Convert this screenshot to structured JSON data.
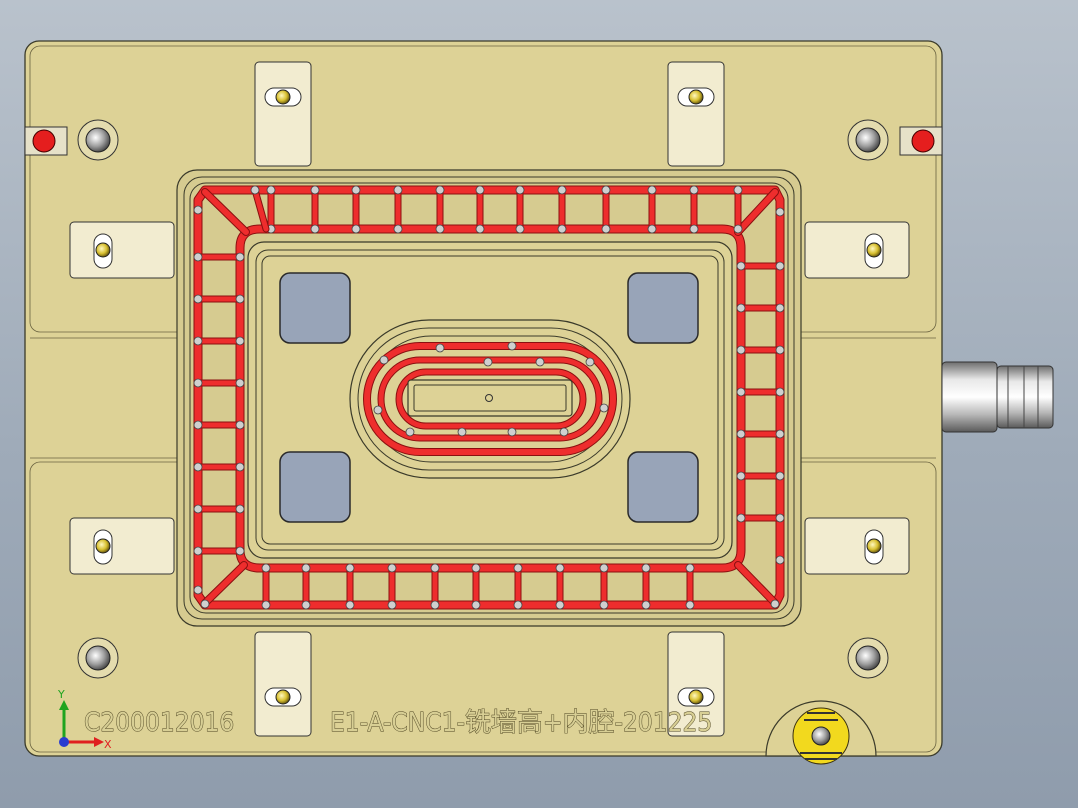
{
  "viewport": {
    "part_number": "C200012016",
    "operation_label": "E1-A-CNC1-铣墙高+内腔-201225",
    "background_top": "#b9c2cc",
    "background_bottom": "#8f9cac"
  },
  "colors": {
    "plate": "#ddd296",
    "plate_stroke": "#3a3a2a",
    "cooling_channel": "#ee2d2d",
    "cooling_channel_edge": "#8a1010",
    "clamp": "#f2ecd0",
    "pocket": "#98a4b8",
    "pin_red": "#e51e1e",
    "label_yellow": "#f2d91e"
  },
  "triad": {
    "x_label": "X",
    "y_label": "Y",
    "x_color": "#e02020",
    "y_color": "#1fa41f",
    "z_color": "#2a3cd0"
  },
  "icons": {
    "connector": "hose-connector-icon",
    "label": "serial-label-sticker-icon",
    "pin": "locating-pin-icon",
    "bolt": "socket-bolt-icon"
  }
}
